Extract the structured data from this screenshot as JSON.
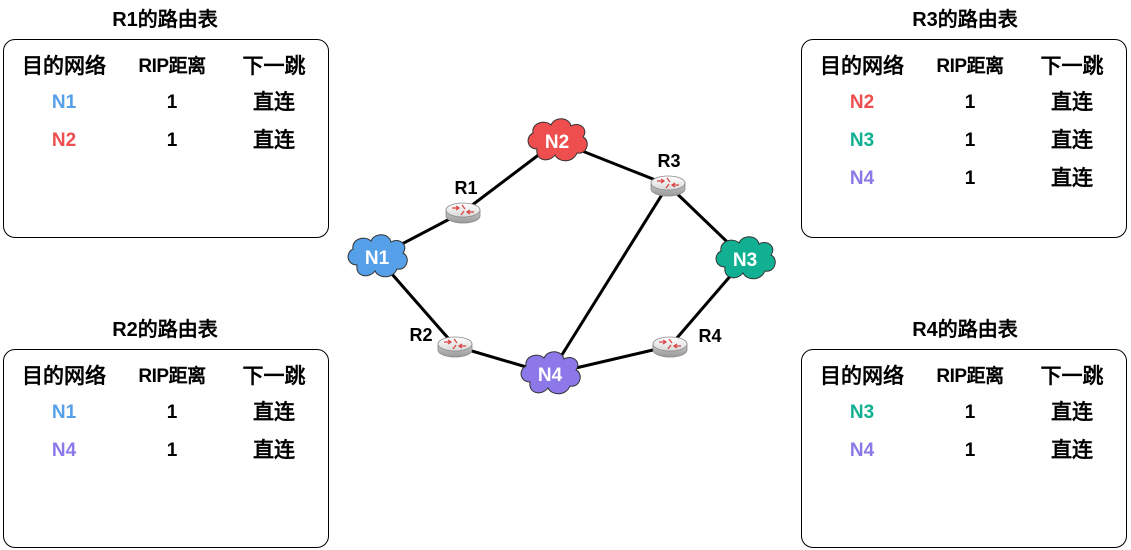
{
  "colors": {
    "N1": "#55a0e8",
    "N2": "#ee4e4e",
    "N3": "#12b092",
    "N4": "#8c78e8"
  },
  "tables": [
    {
      "title": "R1的路由表",
      "headers": [
        "目的网络",
        "RIP距离",
        "下一跳"
      ],
      "rows": [
        {
          "net": "N1",
          "dist": "1",
          "hop": "直连"
        },
        {
          "net": "N2",
          "dist": "1",
          "hop": "直连"
        }
      ]
    },
    {
      "title": "R2的路由表",
      "headers": [
        "目的网络",
        "RIP距离",
        "下一跳"
      ],
      "rows": [
        {
          "net": "N1",
          "dist": "1",
          "hop": "直连"
        },
        {
          "net": "N4",
          "dist": "1",
          "hop": "直连"
        }
      ]
    },
    {
      "title": "R3的路由表",
      "headers": [
        "目的网络",
        "RIP距离",
        "下一跳"
      ],
      "rows": [
        {
          "net": "N2",
          "dist": "1",
          "hop": "直连"
        },
        {
          "net": "N3",
          "dist": "1",
          "hop": "直连"
        },
        {
          "net": "N4",
          "dist": "1",
          "hop": "直连"
        }
      ]
    },
    {
      "title": "R4的路由表",
      "headers": [
        "目的网络",
        "RIP距离",
        "下一跳"
      ],
      "rows": [
        {
          "net": "N3",
          "dist": "1",
          "hop": "直连"
        },
        {
          "net": "N4",
          "dist": "1",
          "hop": "直连"
        }
      ]
    }
  ],
  "topology": {
    "networks": [
      "N1",
      "N2",
      "N3",
      "N4"
    ],
    "routers": [
      "R1",
      "R2",
      "R3",
      "R4"
    ],
    "links": [
      [
        "N1",
        "R1"
      ],
      [
        "R1",
        "N2"
      ],
      [
        "N2",
        "R3"
      ],
      [
        "R3",
        "N3"
      ],
      [
        "R3",
        "N4"
      ],
      [
        "N1",
        "R2"
      ],
      [
        "R2",
        "N4"
      ],
      [
        "N4",
        "R4"
      ],
      [
        "R4",
        "N3"
      ]
    ]
  }
}
